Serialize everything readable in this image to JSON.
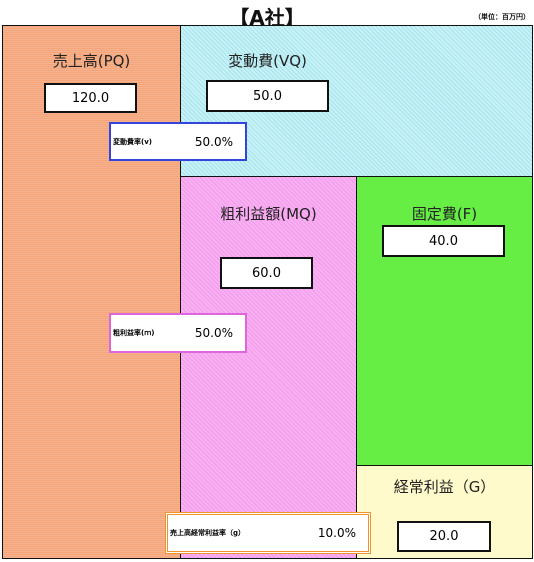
{
  "title": "【A社】",
  "unit": "（単位：百万円）",
  "sales": {
    "label": "売上高(PQ)",
    "value": "120.0"
  },
  "variable_cost": {
    "label": "変動費(VQ)",
    "value": "50.0"
  },
  "variable_cost_rate": {
    "label": "変動費率(v)",
    "value": "50.0%"
  },
  "gross_margin": {
    "label": "粗利益額(MQ)",
    "value": "60.0"
  },
  "gross_margin_rate": {
    "label": "粗利益率(ｍ)",
    "value": "50.0%"
  },
  "fixed_cost": {
    "label": "固定費(F)",
    "value": "40.0"
  },
  "ordinary_profit": {
    "label": "経常利益（G）",
    "value": "20.0"
  },
  "ordinary_profit_rate": {
    "label": "売上高経常利益率（g）",
    "value": "10.0%"
  },
  "colors": {
    "sales": "#f4a57a",
    "variable_cost": "#c8f2f6",
    "gross_margin": "#f8b0f2",
    "fixed_cost": "#66ee44",
    "ordinary_profit": "#fffacc",
    "variable_cost_rate_border": "#3344dd",
    "gross_margin_rate_border": "#dd66dd",
    "ordinary_profit_rate_border": "#f0922e"
  }
}
